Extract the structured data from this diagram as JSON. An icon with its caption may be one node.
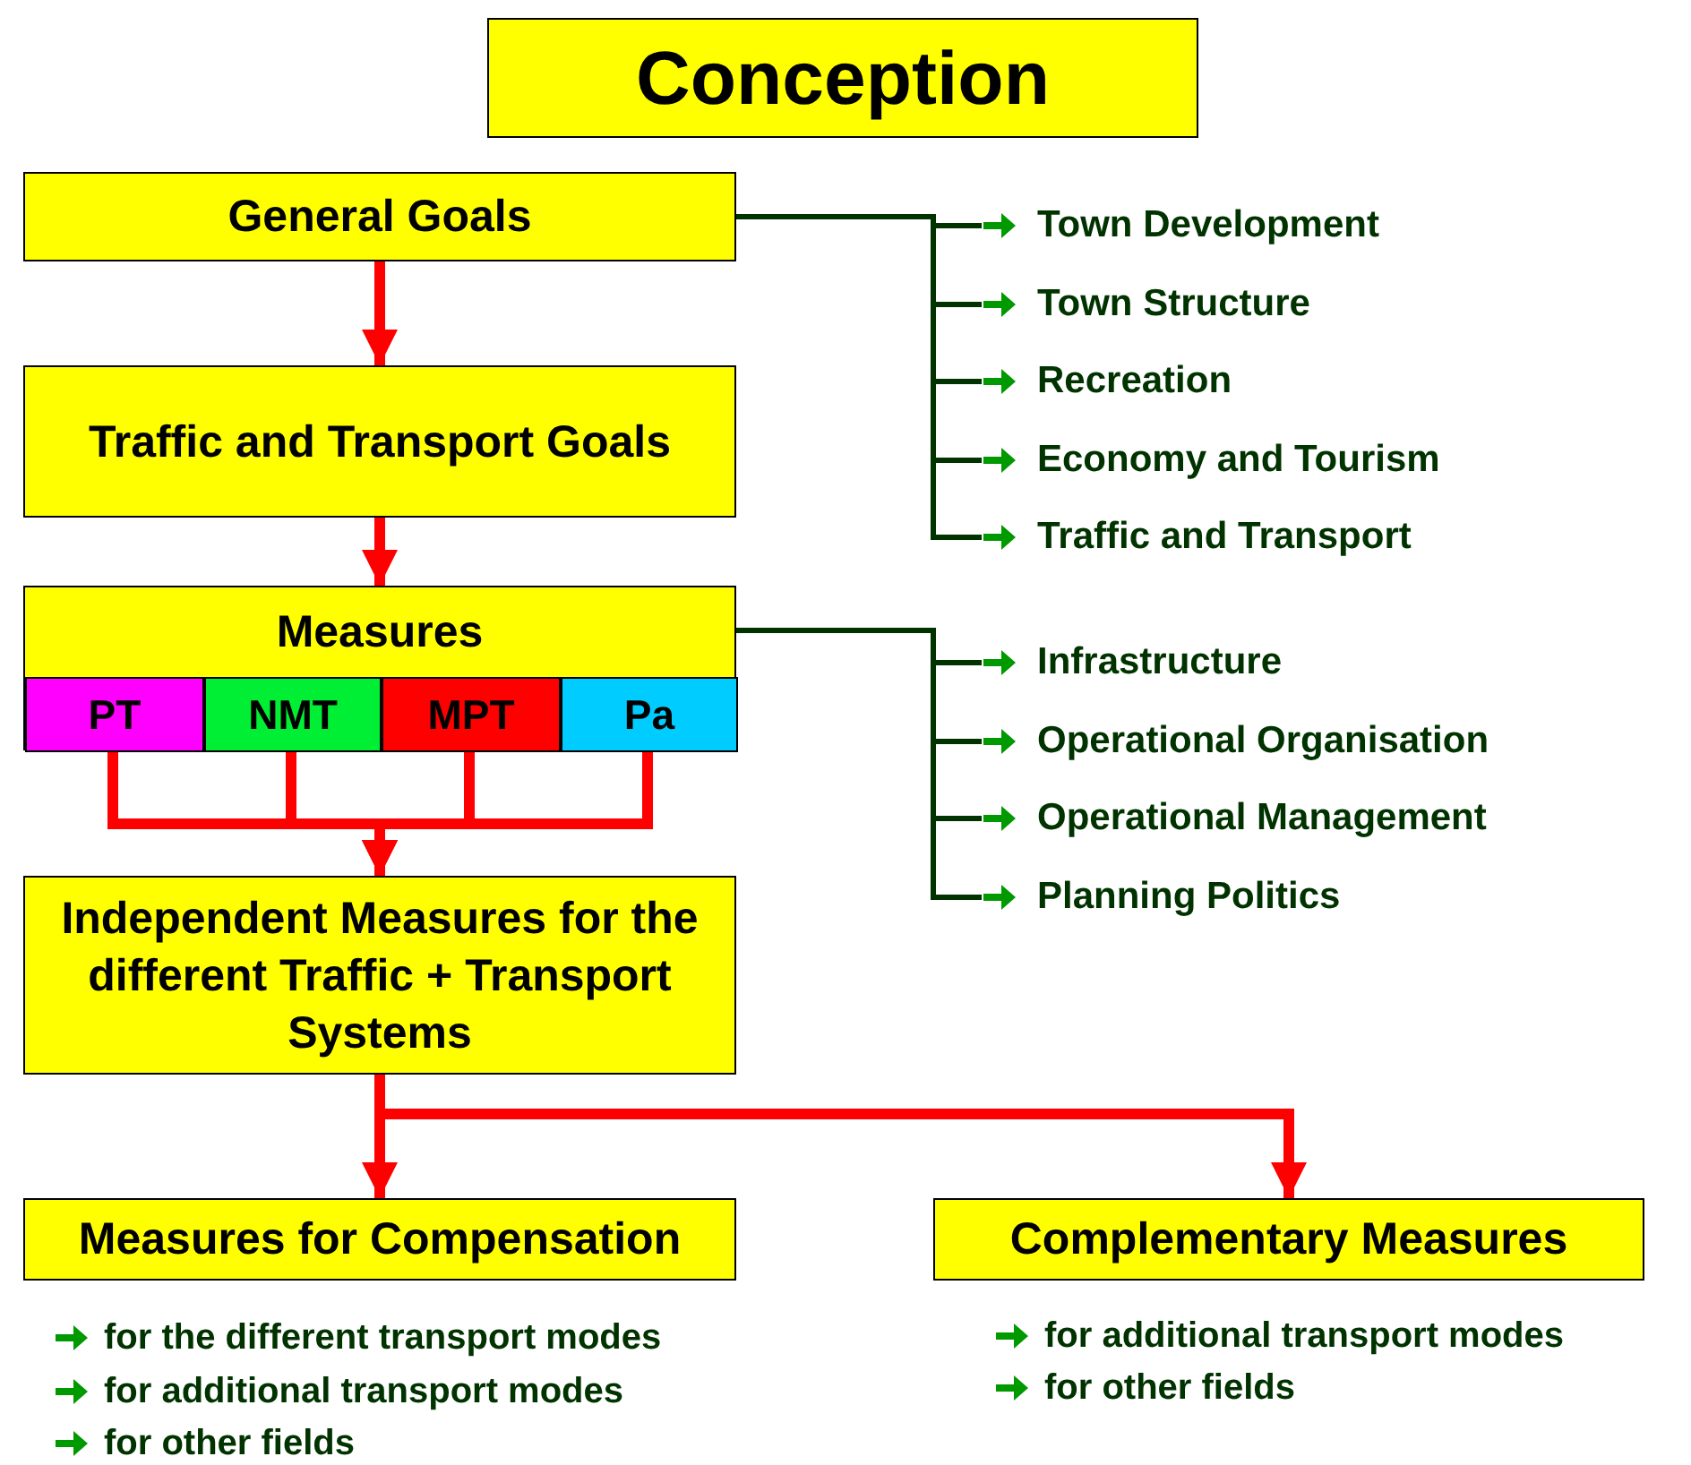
{
  "diagram": {
    "title": "Conception",
    "nodes": [
      {
        "text": [
          "General Goals"
        ]
      },
      {
        "text": [
          "Traffic and Transport Goals"
        ]
      },
      {
        "text": [
          "Measures"
        ]
      },
      {
        "text": [
          "PT"
        ],
        "in": 2
      },
      {
        "text": [
          "NMT"
        ],
        "in": 2
      },
      {
        "text": [
          "MPT"
        ],
        "in": 2
      },
      {
        "text": [
          "Pa"
        ],
        "in": 2
      },
      {
        "text": [
          "Independent Measures for the different Traffic + Transport Systems"
        ]
      },
      {
        "text": [
          "Measures for Compensation"
        ],
        "beside": [
          "for the different transport modes",
          "for additional transport modes",
          "for other fields"
        ]
      },
      {
        "text": [
          "Complementary Measures"
        ],
        "beside": [
          "for additional transport modes",
          "for other fields"
        ]
      },
      {
        "text": [
          "Town Development"
        ]
      },
      {
        "text": [
          "Town Structure"
        ]
      },
      {
        "text": [
          "Recreation"
        ]
      },
      {
        "text": [
          "Economy and Tourism"
        ]
      },
      {
        "text": [
          "Traffic and Transport"
        ]
      },
      {
        "text": [
          "Infrastructure"
        ]
      },
      {
        "text": [
          "Operational Organisation"
        ]
      },
      {
        "text": [
          "Operational Management"
        ]
      },
      {
        "text": [
          "Planning Politics"
        ]
      }
    ],
    "edges": [
      {
        "from": 0,
        "to": 1,
        "arrow": "to",
        "style": "thick",
        "color": "#ff0000"
      },
      {
        "from": 1,
        "to": 2,
        "arrow": "to",
        "style": "thick",
        "color": "#ff0000"
      },
      {
        "from": 3,
        "to": 7,
        "arrow": "to",
        "style": "thick",
        "color": "#ff0000"
      },
      {
        "from": 4,
        "to": 7,
        "arrow": "to",
        "style": "thick",
        "color": "#ff0000"
      },
      {
        "from": 5,
        "to": 7,
        "arrow": "to",
        "style": "thick",
        "color": "#ff0000"
      },
      {
        "from": 6,
        "to": 7,
        "arrow": "to",
        "style": "thick",
        "color": "#ff0000"
      },
      {
        "from": 7,
        "to": 8,
        "arrow": "to",
        "style": "thick",
        "color": "#ff0000"
      },
      {
        "from": 7,
        "to": 9,
        "arrow": "to",
        "style": "thick",
        "color": "#ff0000"
      },
      {
        "from": 0,
        "to": 10,
        "arrow": "none"
      },
      {
        "from": 0,
        "to": 11,
        "arrow": "none"
      },
      {
        "from": 0,
        "to": 12,
        "arrow": "none"
      },
      {
        "from": 0,
        "to": 13,
        "arrow": "none"
      },
      {
        "from": 0,
        "to": 14,
        "arrow": "none"
      },
      {
        "from": 2,
        "to": 15,
        "arrow": "none"
      },
      {
        "from": 2,
        "to": 16,
        "arrow": "none"
      },
      {
        "from": 2,
        "to": 17,
        "arrow": "none"
      },
      {
        "from": 2,
        "to": 18,
        "arrow": "none"
      }
    ]
  }
}
